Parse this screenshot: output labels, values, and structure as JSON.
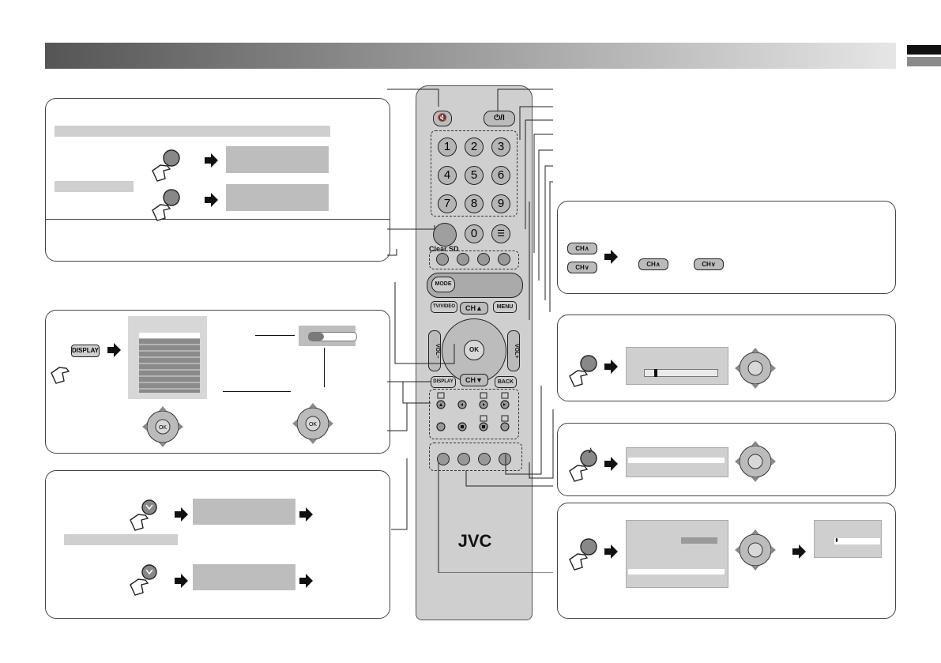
{
  "remote": {
    "brand": "JVC",
    "power_label": "⏻/I",
    "digits": [
      "1",
      "2",
      "3",
      "4",
      "5",
      "6",
      "7",
      "8",
      "9",
      "0"
    ],
    "clear_sd_label": "Clear SD",
    "mode_label": "MODE",
    "tv_video_label": "TV/VIDEO",
    "menu_label": "MENU",
    "ch_up_label": "CH▲",
    "ch_down_label": "CH▼",
    "vol_minus_label": "VOL−",
    "vol_plus_label": "VOL+",
    "ok_label": "OK",
    "display_label": "DISPLAY",
    "back_label": "BACK"
  },
  "panels": {
    "display_button_label": "DISPLAY",
    "ch_up_key": "CH∧",
    "ch_down_key": "CH∨",
    "ok_label": "OK"
  },
  "colors": {
    "panel_border": "#444444",
    "gray_box": "#bdbdbd",
    "remote_body": "#cfcfcf"
  }
}
